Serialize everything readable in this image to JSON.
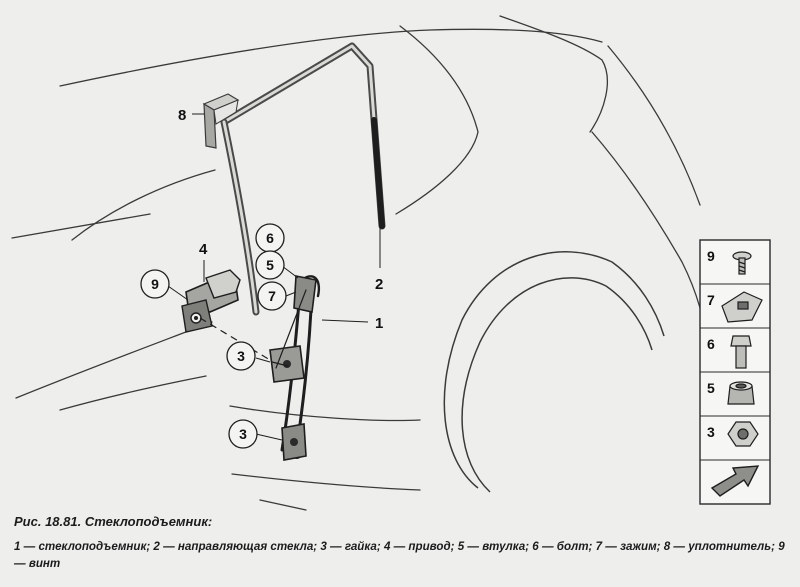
{
  "figure": {
    "title": "Рис. 18.81. Стеклоподъемник:",
    "legend": "1 — стеклоподъемник; 2 — направляющая стекла; 3 — гайка; 4 — привод; 5 — втулка; 6 — болт; 7 — зажим; 8 — уплотнитель; 9 — винт"
  },
  "callouts": {
    "c1": "1",
    "c2": "2",
    "c3a": "3",
    "c3b": "3",
    "c4": "4",
    "c5": "5",
    "c6": "6",
    "c7": "7",
    "c8": "8",
    "c9": "9"
  },
  "parts_panel": [
    {
      "number": "9",
      "icon": "screw-icon"
    },
    {
      "number": "7",
      "icon": "clip-icon"
    },
    {
      "number": "6",
      "icon": "bolt-icon"
    },
    {
      "number": "5",
      "icon": "bushing-icon"
    },
    {
      "number": "3",
      "icon": "nut-icon"
    },
    {
      "number": "",
      "icon": "front-arrow-icon"
    }
  ]
}
